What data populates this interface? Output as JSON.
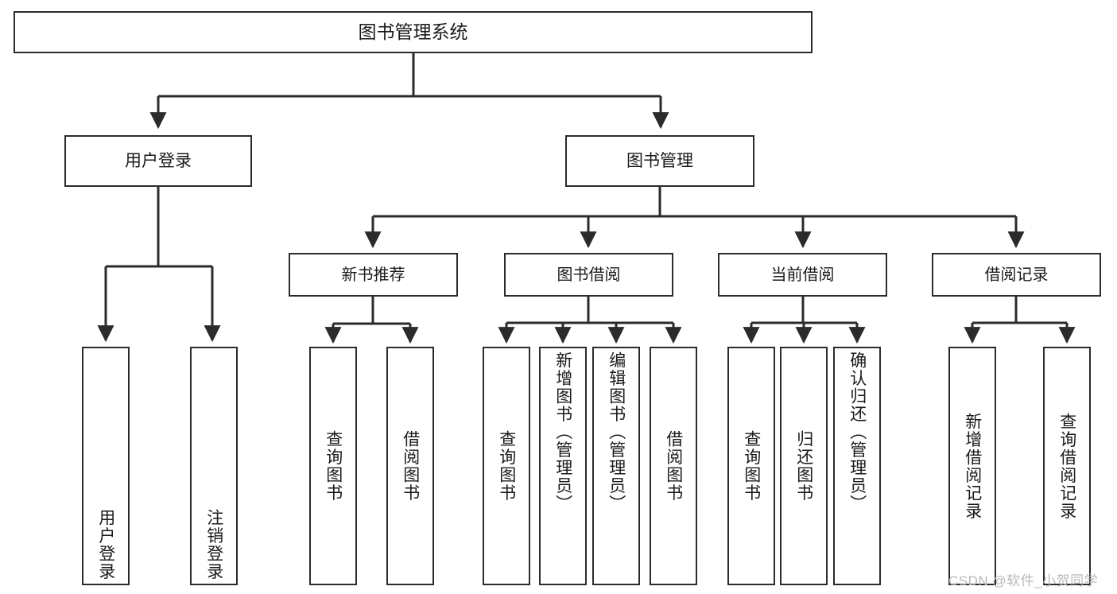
{
  "diagram": {
    "title": "图书管理系统",
    "type": "tree-hierarchy-chart",
    "root": {
      "label": "图书管理系统"
    },
    "level2": [
      {
        "label": "用户登录"
      },
      {
        "label": "图书管理"
      }
    ],
    "level3": [
      {
        "label": "新书推荐"
      },
      {
        "label": "图书借阅"
      },
      {
        "label": "当前借阅"
      },
      {
        "label": "借阅记录"
      }
    ],
    "leaves": {
      "user_login": [
        {
          "label": "用户登录"
        },
        {
          "label": "注销登录"
        }
      ],
      "new_book_recommend": [
        {
          "label": "查询图书"
        },
        {
          "label": "借阅图书"
        }
      ],
      "book_borrow": [
        {
          "label": "查询图书"
        },
        {
          "label": "新增图书（管理员）"
        },
        {
          "label": "编辑图书（管理员）"
        },
        {
          "label": "借阅图书"
        }
      ],
      "current_borrow": [
        {
          "label": "查询图书"
        },
        {
          "label": "归还图书"
        },
        {
          "label": "确认归还（管理员）"
        }
      ],
      "borrow_records": [
        {
          "label": "新增借阅记录"
        },
        {
          "label": "查询借阅记录"
        }
      ]
    }
  },
  "watermark": {
    "text": "CSDN @软件_小贺同学"
  },
  "colors": {
    "box_border": "#2b2b2b",
    "box_fill": "#ffffff",
    "wire": "#2b2b2b",
    "text": "#1a1a1a",
    "watermark": "#b9b9b9",
    "background": "#ffffff"
  }
}
